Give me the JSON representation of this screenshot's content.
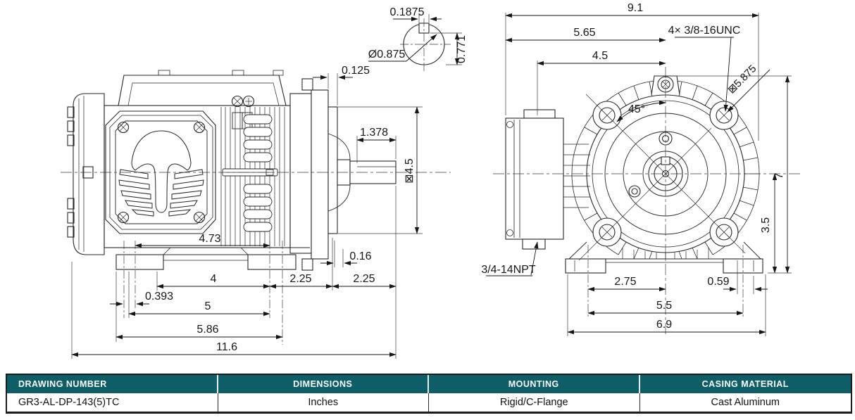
{
  "side_view": {
    "shaft_detail": {
      "keyway_width": "0.1875",
      "shaft_diameter": "Ø0.875",
      "keyway_height": "0.771"
    },
    "pilot_depth": "0.125",
    "keyway_length": "1.378",
    "pilot_diameter": "⊠4.5",
    "foot_hole_span": "4.73",
    "flange_foot_gap": "0.16",
    "foot_spacing": "4",
    "foot_to_flange": "2.25",
    "shaft_extension": "2.25",
    "foot_slot_width": "0.393",
    "foot_span": "5",
    "base_length": "5.86",
    "overall_length": "11.6"
  },
  "front_view": {
    "overall_width": "9.1",
    "box_to_center": "5.65",
    "flange_to_center": "4.5",
    "mounting_bolt_spec": "4× 3/8-16UNC",
    "bolt_angle": "45°",
    "bolt_circle": "⊠5.875",
    "overall_height": "7",
    "shaft_center_height": "3.5",
    "foot_hole_to_center": "2.75",
    "foot_slot_offset": "0.59",
    "foot_hole_span": "5.5",
    "base_width": "6.9",
    "conduit_thread": "3/4-14NPT"
  },
  "table": {
    "headers": [
      "DRAWING NUMBER",
      "DIMENSIONS",
      "MOUNTING",
      "CASING MATERIAL"
    ],
    "row": [
      "GR3-AL-DP-143(5)TC",
      "Inches",
      "Rigid/C-Flange",
      "Cast Aluminum"
    ],
    "header_bg": "#0d5e66"
  }
}
